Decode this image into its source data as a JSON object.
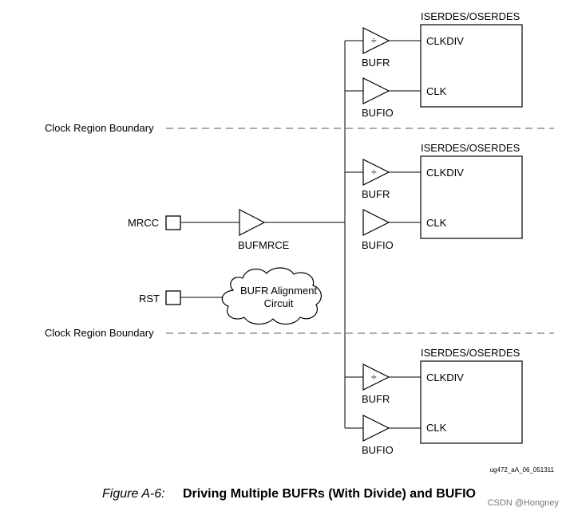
{
  "blocks": [
    {
      "header": "ISERDES/OSERDES",
      "port_clkdiv": "CLKDIV",
      "port_clk": "CLK",
      "bufr_label": "BUFR",
      "bufio_label": "BUFIO",
      "divide_symbol": "÷"
    },
    {
      "header": "ISERDES/OSERDES",
      "port_clkdiv": "CLKDIV",
      "port_clk": "CLK",
      "bufr_label": "BUFR",
      "bufio_label": "BUFIO",
      "divide_symbol": "÷"
    },
    {
      "header": "ISERDES/OSERDES",
      "port_clkdiv": "CLKDIV",
      "port_clk": "CLK",
      "bufr_label": "BUFR",
      "bufio_label": "BUFIO",
      "divide_symbol": "÷"
    }
  ],
  "boundaries": [
    {
      "label": "Clock Region Boundary"
    },
    {
      "label": "Clock Region Boundary"
    }
  ],
  "inputs": {
    "mrcc": "MRCC",
    "rst": "RST",
    "bufmrce": "BUFMRCE",
    "alignment_line1": "BUFR Alignment",
    "alignment_line2": "Circuit"
  },
  "figure_id": "ug472_aA_06_051311",
  "caption": {
    "number": "Figure A-6:",
    "title": "Driving Multiple BUFRs (With Divide) and BUFIO"
  },
  "watermark": "CSDN @Hongney"
}
